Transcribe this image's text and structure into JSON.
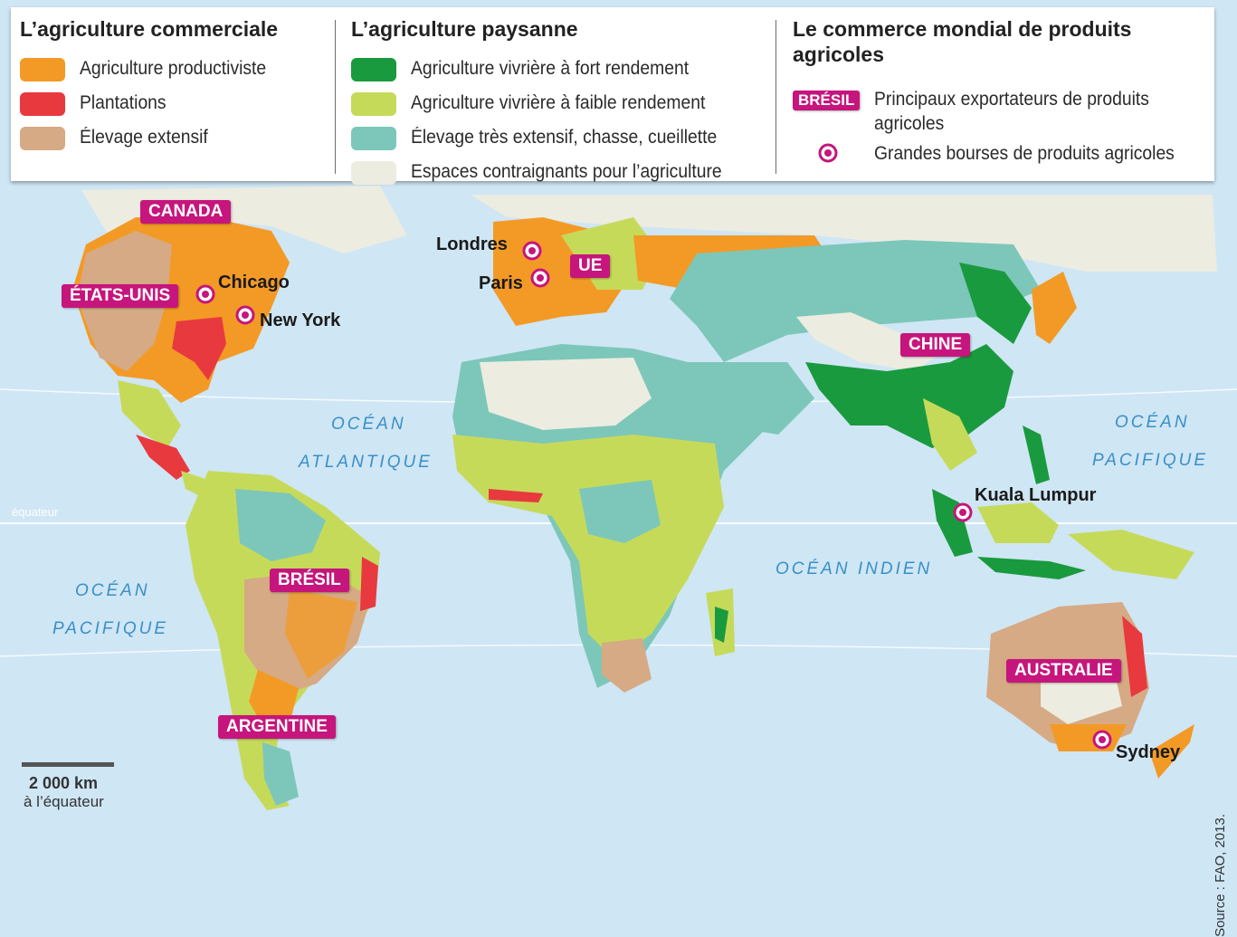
{
  "legend": {
    "commercial": {
      "title": "L’agriculture commerciale",
      "items": [
        {
          "label": "Agriculture productiviste",
          "color": "#f39a26"
        },
        {
          "label": "Plantations",
          "color": "#e8393f"
        },
        {
          "label": "Élevage extensif",
          "color": "#d6aa84"
        }
      ]
    },
    "paysanne": {
      "title": "L’agriculture paysanne",
      "items": [
        {
          "label": "Agriculture vivrière à fort rendement",
          "color": "#1a9a3e"
        },
        {
          "label": "Agriculture vivrière à faible rendement",
          "color": "#c6da5a"
        },
        {
          "label": "Élevage très extensif, chasse, cueillette",
          "color": "#7cc7b9"
        },
        {
          "label": "Espaces contraignants pour l’agriculture",
          "color": "#ecece1"
        }
      ]
    },
    "commerce": {
      "title_line1": "Le commerce mondial de produits",
      "title_line2": "agricoles",
      "tag_example": "BRÉSIL",
      "exporters_label_line1": "Principaux exportateurs de produits",
      "exporters_label_line2": "agricoles",
      "bourses_label": "Grandes bourses de produits agricoles",
      "accent": "#c6157c"
    }
  },
  "countries": {
    "canada": "CANADA",
    "usa": "ÉTATS-UNIS",
    "ue": "UE",
    "chine": "CHINE",
    "bresil": "BRÉSIL",
    "argentine": "ARGENTINE",
    "australie": "AUSTRALIE"
  },
  "cities": {
    "chicago": "Chicago",
    "newyork": "New York",
    "londres": "Londres",
    "paris": "Paris",
    "kuala": "Kuala Lumpur",
    "sydney": "Sydney"
  },
  "oceans": {
    "atl1": "OCÉAN",
    "atl2": "ATLANTIQUE",
    "pac_e1": "OCÉAN",
    "pac_e2": "PACIFIQUE",
    "pac_w1": "OCÉAN",
    "pac_w2": "PACIFIQUE",
    "indien": "OCÉAN INDIEN"
  },
  "equator_label": "équateur",
  "scale": {
    "value": "2 000 km",
    "note": "à l’équateur"
  },
  "source": "Source : FAO, 2013."
}
